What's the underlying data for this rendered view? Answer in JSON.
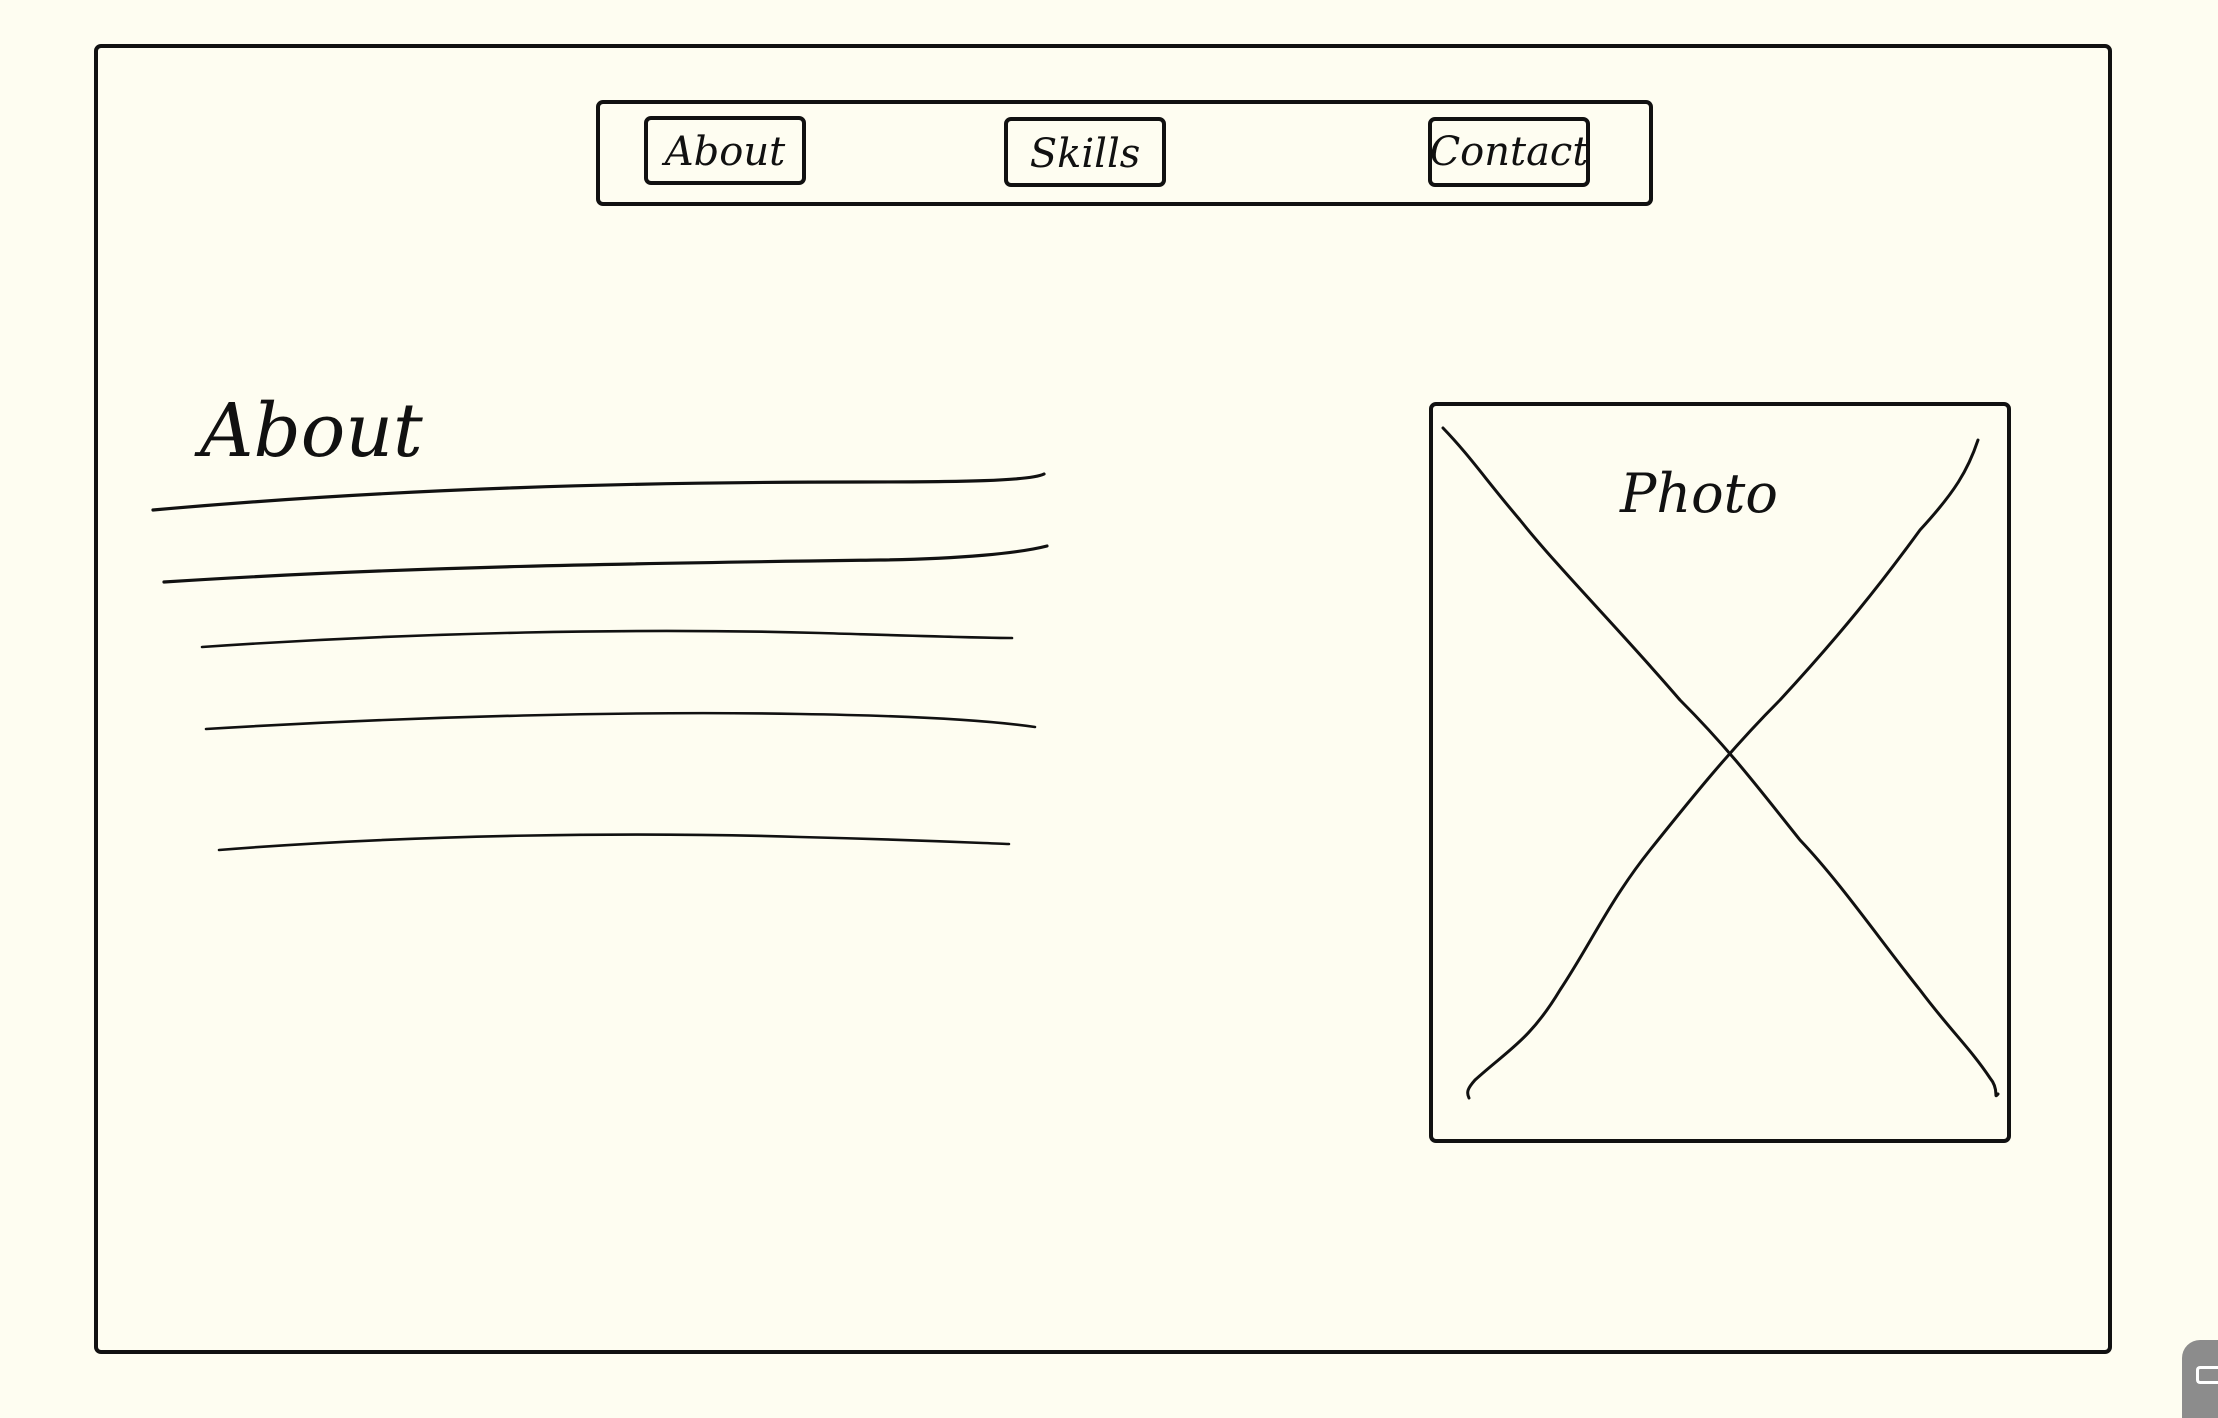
{
  "nav": {
    "items": [
      {
        "label": "About"
      },
      {
        "label": "Skills"
      },
      {
        "label": "Contact"
      }
    ]
  },
  "about": {
    "heading": "About"
  },
  "photo": {
    "label": "Photo"
  },
  "colors": {
    "paper": "#fefdf1",
    "ink": "#111111",
    "corner_widget": "#8c8c8c"
  },
  "icons": {
    "corner_widget": "keyboard-icon"
  }
}
